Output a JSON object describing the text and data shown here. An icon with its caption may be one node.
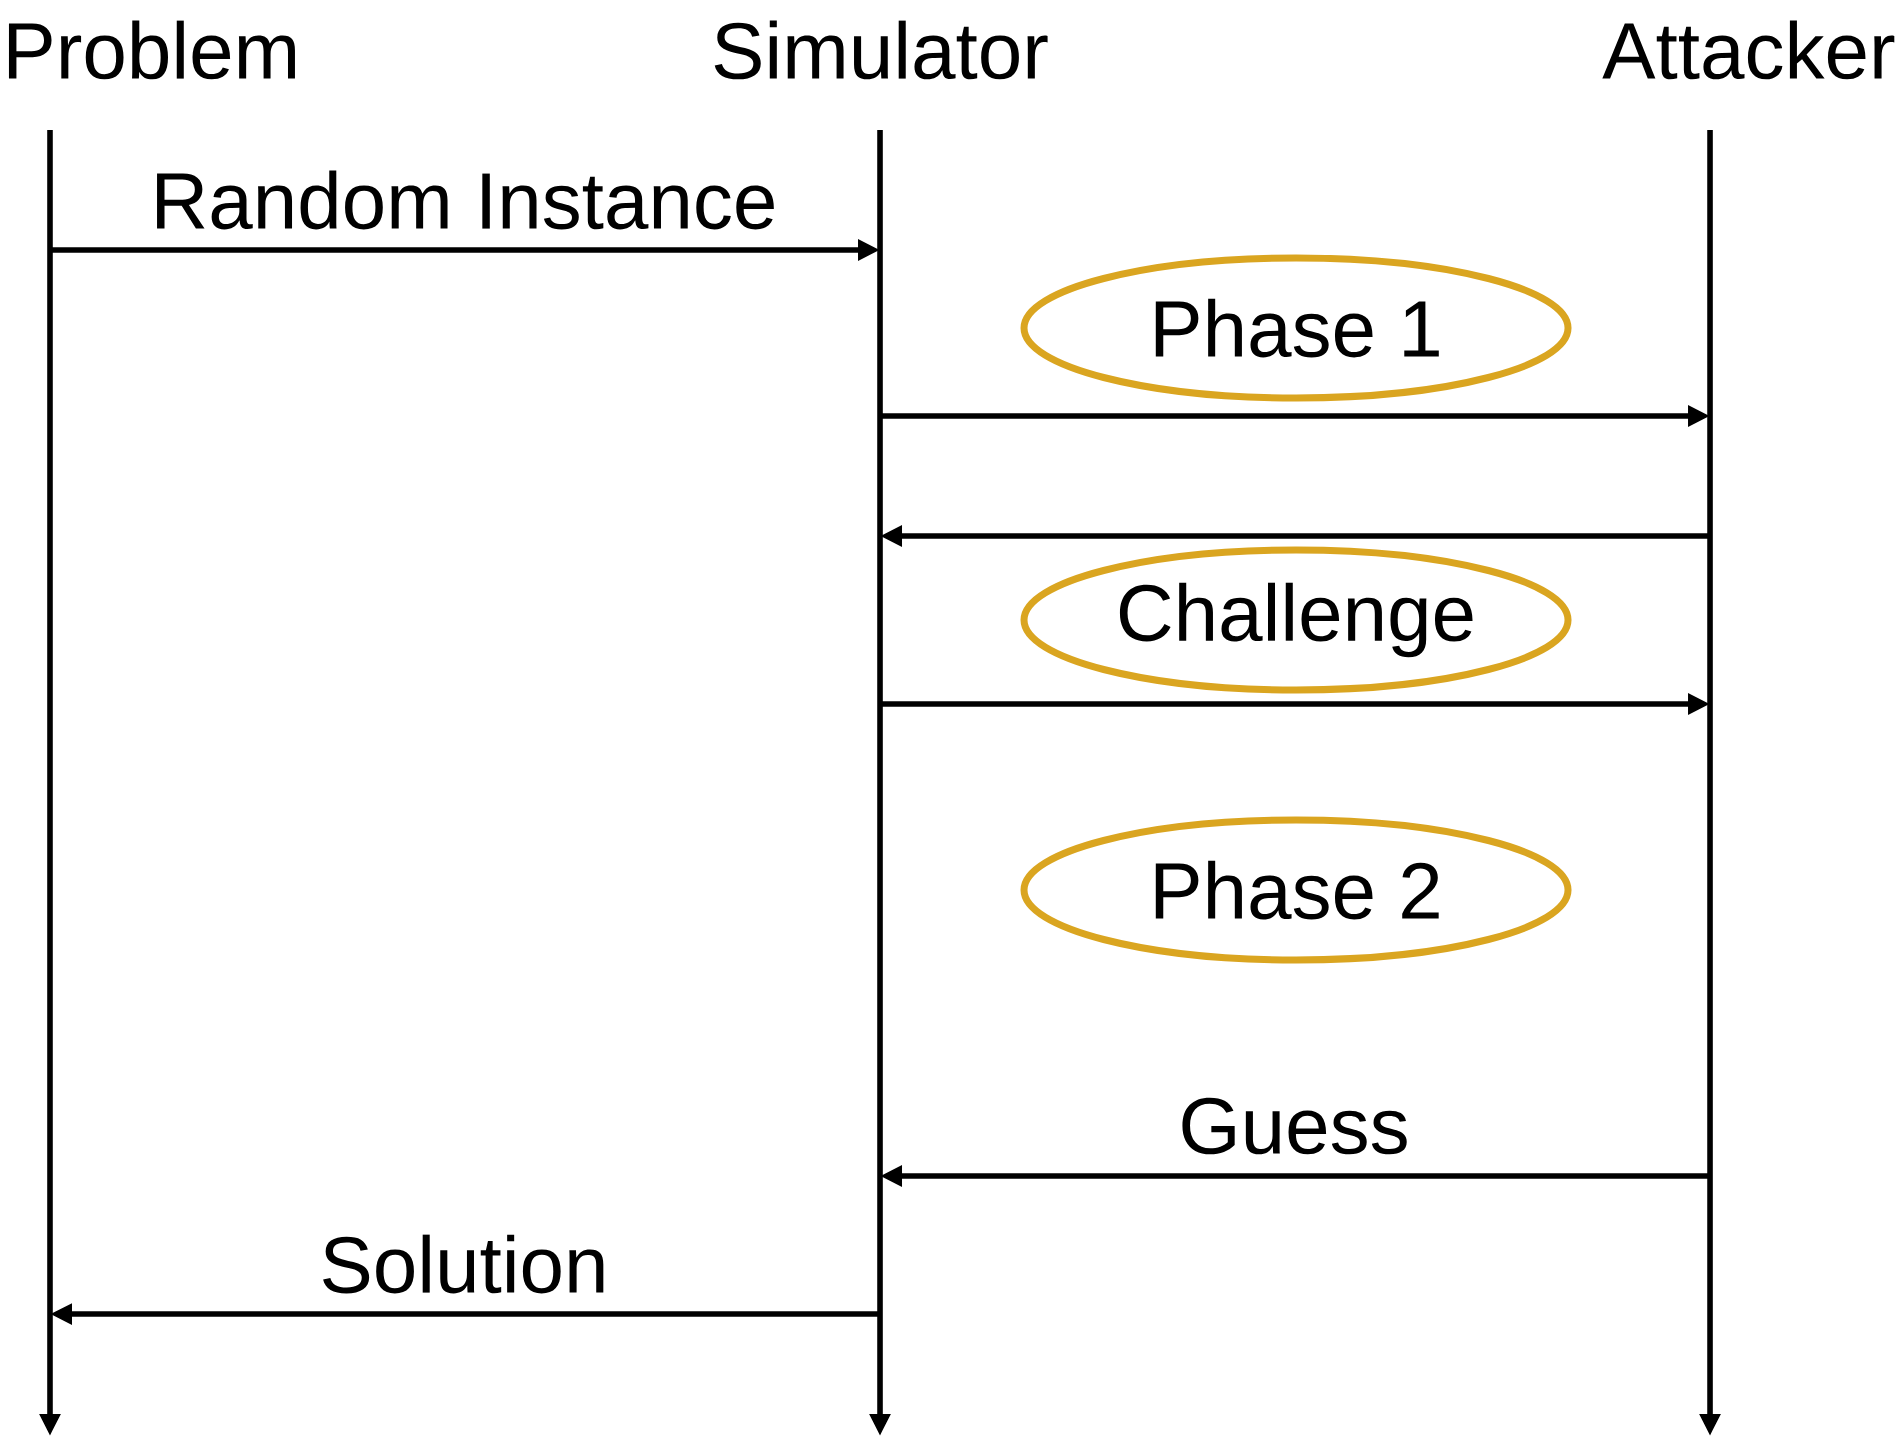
{
  "diagram": {
    "nodes": [
      {
        "text": [
          "Problem"
        ]
      },
      {
        "text": [
          "Simulator"
        ]
      },
      {
        "text": [
          "Attacker"
        ]
      },
      {
        "text": [
          "Phase 1"
        ]
      },
      {
        "text": [
          "Challenge"
        ]
      },
      {
        "text": [
          "Phase 2"
        ]
      }
    ],
    "edges": [
      {
        "from": 0,
        "to": 1,
        "arrow": "to",
        "label": "Random Instance"
      },
      {
        "from": 1,
        "to": 2,
        "arrow": "to"
      },
      {
        "from": 2,
        "to": 1,
        "arrow": "to"
      },
      {
        "from": 1,
        "to": 2,
        "arrow": "to"
      },
      {
        "from": 2,
        "to": 1,
        "arrow": "to",
        "label": "Guess"
      },
      {
        "from": 1,
        "to": 0,
        "arrow": "to",
        "label": "Solution"
      }
    ]
  }
}
